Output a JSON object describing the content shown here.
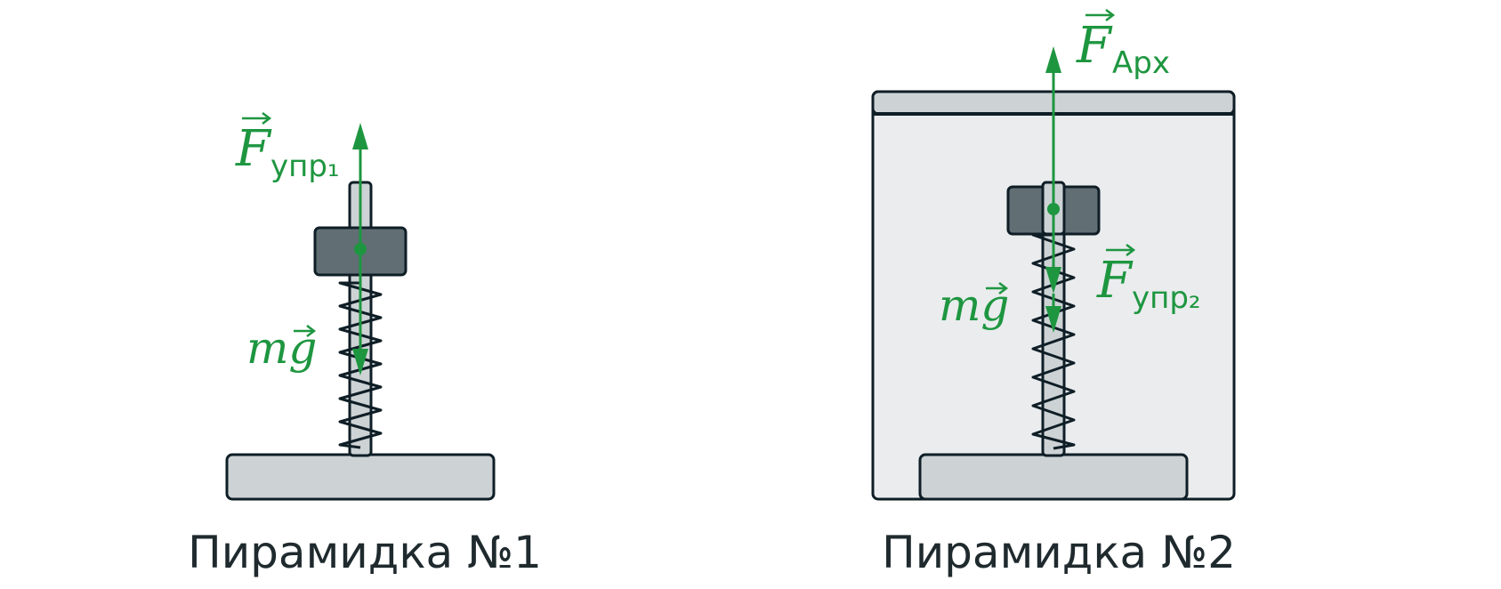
{
  "colors": {
    "outline": "#0f1e26",
    "light_fill": "#cdd3d5",
    "dark_fill": "#616e74",
    "container_fill": "#eaecee",
    "force": "#1e9640"
  },
  "pyramid1": {
    "caption": "Пирамидка №1",
    "force_up": {
      "symbol": "F",
      "subscript": "упр₁"
    },
    "force_down": {
      "symbol": "mg"
    }
  },
  "pyramid2": {
    "caption": "Пирамидка №2",
    "force_up": {
      "symbol": "F",
      "subscript": "Арх"
    },
    "force_down_spring": {
      "symbol": "F",
      "subscript": "упр₂"
    },
    "force_down_gravity": {
      "symbol": "mg"
    }
  }
}
